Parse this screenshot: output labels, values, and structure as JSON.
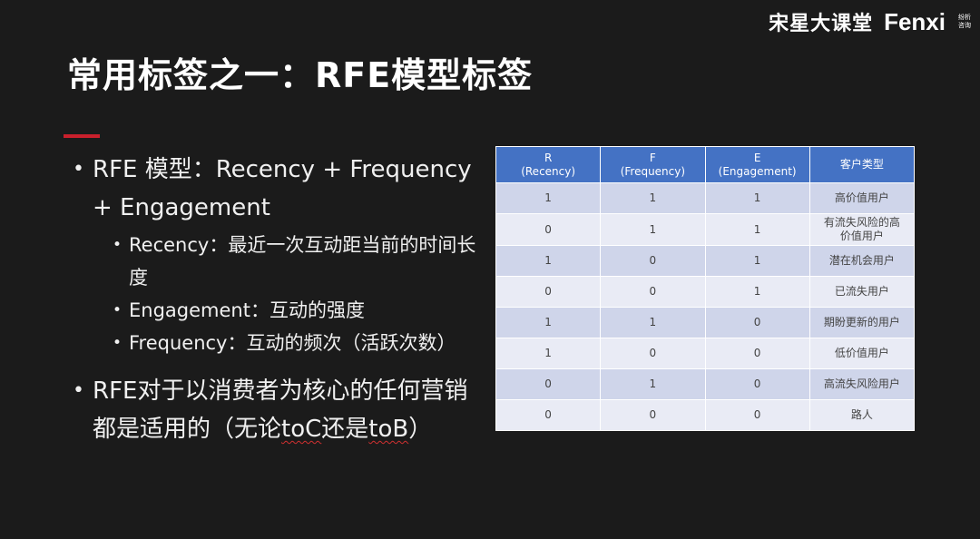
{
  "logo": {
    "cn": "宋星大课堂",
    "en": "Fenxi",
    "small_line1": "纷析",
    "small_line2": "咨询"
  },
  "title": "常用标签之一：RFE模型标签",
  "bullets": {
    "b1": "RFE 模型：Recency + Frequency + Engagement",
    "sub": [
      "Recency：最近一次互动距当前的时间长度",
      "Engagement：互动的强度",
      "Frequency：互动的频次（活跃次数）"
    ],
    "b2_pre": "RFE对于以消费者为核心的任何营销都是适用的（无论",
    "b2_toc": "toC",
    "b2_mid": "还是",
    "b2_tob": "toB",
    "b2_post": "）"
  },
  "table": {
    "headers": [
      {
        "line1": "R",
        "line2": "(Recency)"
      },
      {
        "line1": "F",
        "line2": "(Frequency)"
      },
      {
        "line1": "E",
        "line2": "(Engagement)"
      },
      {
        "line1": "客户类型",
        "line2": ""
      }
    ],
    "rows": [
      [
        "1",
        "1",
        "1",
        "高价值用户"
      ],
      [
        "0",
        "1",
        "1",
        "有流失风险的高价值用户"
      ],
      [
        "1",
        "0",
        "1",
        "潜在机会用户"
      ],
      [
        "0",
        "0",
        "1",
        "已流失用户"
      ],
      [
        "1",
        "1",
        "0",
        "期盼更新的用户"
      ],
      [
        "1",
        "0",
        "0",
        "低价值用户"
      ],
      [
        "0",
        "1",
        "0",
        "高流失风险用户"
      ],
      [
        "0",
        "0",
        "0",
        "路人"
      ]
    ]
  },
  "colors": {
    "background": "#1b1b1b",
    "accent": "#c9202c",
    "header": "#4472c4",
    "row_odd": "#cfd5ea",
    "row_even": "#e9ebf5"
  }
}
